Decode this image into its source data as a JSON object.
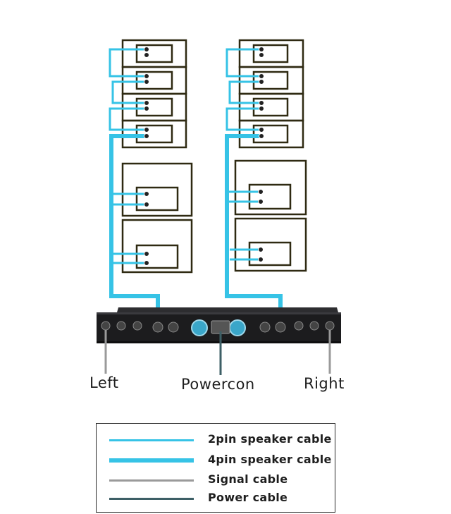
{
  "labels": {
    "left": "Left",
    "powercon": "Powercon",
    "right": "Right"
  },
  "legend": [
    {
      "label": "2pin speaker cable",
      "color": "#36c3e6",
      "style": "thin"
    },
    {
      "label": "4pin speaker cable",
      "color": "#36c3e6",
      "style": "thick"
    },
    {
      "label": "Signal cable",
      "color": "#9a9a9a",
      "style": "thin"
    },
    {
      "label": "Power  cable",
      "color": "#3d5f66",
      "style": "thin"
    }
  ],
  "colors": {
    "cable_blue": "#36c3e6",
    "signal_grey": "#9a9a9a",
    "power_teal": "#3d5f66",
    "cabinet_outline": "#2f2a12",
    "amplifier_body": "#1c1c1e",
    "fan_blue": "#3aa6c9"
  }
}
